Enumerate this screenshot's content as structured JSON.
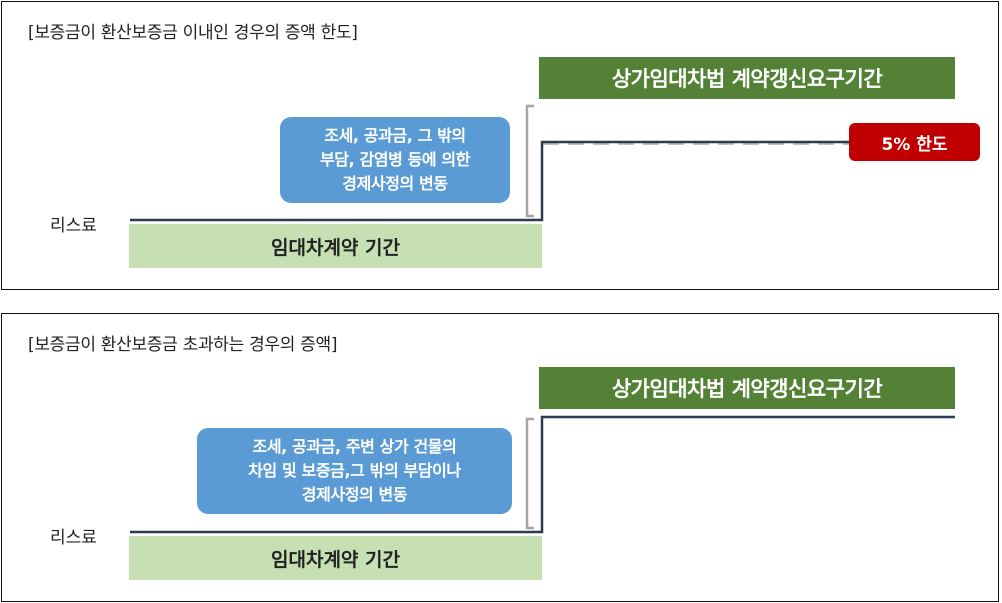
{
  "top_panel": {
    "title": "[보증금이 환산보증금 이내인 경우의 증액 한도]",
    "renewal_label": "상가임대차법 계약갱신요구기간",
    "reason_lines": [
      "조세, 공과금, 그 밖의",
      "부담, 감염병 등에 의한",
      "경제사정의 변동"
    ],
    "rent_label": "리스료",
    "lease_label": "임대차계약 기간",
    "limit_badge": "5% 한도"
  },
  "bottom_panel": {
    "title": "[보증금이 환산보증금 초과하는 경우의 증액]",
    "renewal_label": "상가임대차법 계약갱신요구기간",
    "reason_lines": [
      "조세, 공과금, 주변 상가 건물의",
      "차임 및 보증금,그 밖의 부담이나",
      "경제사정의 변동"
    ],
    "rent_label": "리스료",
    "lease_label": "임대차계약 기간"
  },
  "colors": {
    "green_banner": "#538135",
    "blue_box": "#5b9bd5",
    "lease_bar": "#c6e0b4",
    "red_badge": "#c00000",
    "rent_line": "#2e3b4e",
    "dashed_line": "#bfbfbf",
    "bracket": "#a6a6a6"
  }
}
